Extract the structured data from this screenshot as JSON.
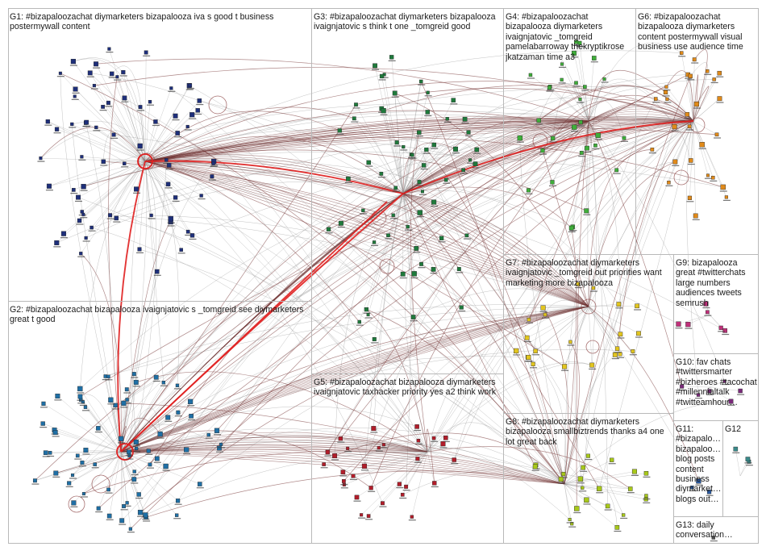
{
  "groups": [
    {
      "id": "G1",
      "label": "G1: #bizapaloozachat diymarketers bizapalooza iva s good t business postermywall content",
      "color": "#1e2f7a"
    },
    {
      "id": "G2",
      "label": "G2: #bizapaloozachat bizapalooza ivaignjatovic s _tomgreid see diymarketers great t good",
      "color": "#1f6fa5"
    },
    {
      "id": "G3",
      "label": "G3: #bizapaloozachat diymarketers bizapalooza ivaignjatovic s think t one _tomgreid good",
      "color": "#1f7a3c"
    },
    {
      "id": "G4",
      "label": "G4: #bizapaloozachat bizapalooza diymarketers ivaignjatovic _tomgreid pamelabarroway thekryptikrose jkatzaman time a3",
      "color": "#3fae3a"
    },
    {
      "id": "G5",
      "label": "G5: #bizapaloozachat bizapalooza diymarketers ivaignjatovic taxhacker priority yes a2 think work",
      "color": "#b21d2a"
    },
    {
      "id": "G6",
      "label": "G6: #bizapaloozachat bizapalooza diymarketers content postermywall visual business use audience time",
      "color": "#e08a1a"
    },
    {
      "id": "G7",
      "label": "G7: #bizapaloozachat diymarketers ivaignjatovic _tomgreid out priorities want marketing more bizapalooza",
      "color": "#e2c51f"
    },
    {
      "id": "G8",
      "label": "G8: #bizapaloozachat diymarketers bizapalooza smallbiztrends thanks a4 one lot great back",
      "color": "#a8c81a"
    },
    {
      "id": "G9",
      "label": "G9: bizapalooza great #twitterchats large numbers audiences tweets semrush",
      "color": "#c0307a"
    },
    {
      "id": "G10",
      "label": "G10: fav chats #twittersmarter #bizheroes #tacochat #millennialtalk #twitteamhour…",
      "color": "#7a2a7a"
    },
    {
      "id": "G11",
      "label": "G11: #bizapalo… bizapaloo… blog posts content business diymarket… blogs out…",
      "color": "#2a5aa0"
    },
    {
      "id": "G12",
      "label": "G12",
      "color": "#3a8a8a"
    },
    {
      "id": "G13",
      "label": "G13: daily conversation…",
      "color": "#555555"
    }
  ]
}
